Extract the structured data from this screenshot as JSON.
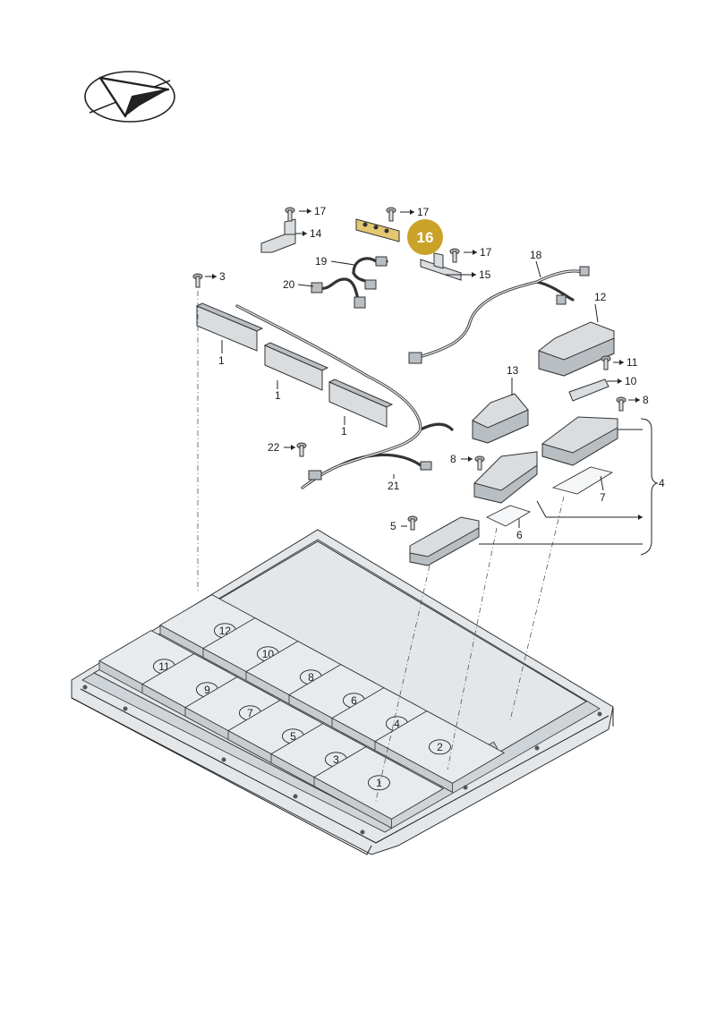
{
  "logo": {
    "icon": "direction-arrow-logo-icon"
  },
  "highlight": {
    "number": "16",
    "color": "#c9a227"
  },
  "callouts": {
    "c1a": "1",
    "c1b": "1",
    "c1c": "1",
    "c3": "3",
    "c4": "4",
    "c5": "5",
    "c6": "6",
    "c7": "7",
    "c8a": "8",
    "c8b": "8",
    "c10": "10",
    "c11": "11",
    "c12": "12",
    "c13": "13",
    "c14": "14",
    "c15": "15",
    "c17a": "17",
    "c17b": "17",
    "c17c": "17",
    "c18": "18",
    "c19": "19",
    "c20": "20",
    "c21": "21",
    "c22": "22"
  },
  "modules": [
    "12",
    "10",
    "8",
    "6",
    "4",
    "2",
    "11",
    "9",
    "7",
    "5",
    "3",
    "1"
  ]
}
